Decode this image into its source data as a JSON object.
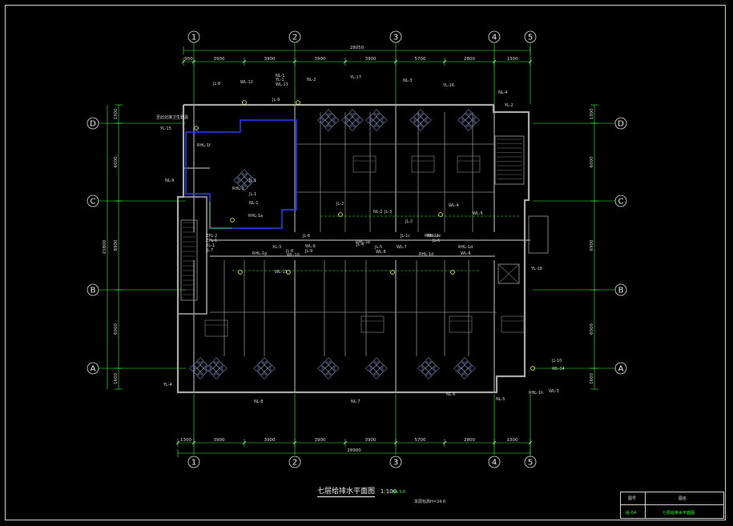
{
  "drawing": {
    "title": "七层给排水平面图",
    "scale": "1:100",
    "elevation_mark": "H+3.0",
    "elevation_note": "本层标高H=24.6",
    "colors": {
      "line": "#33ff33",
      "label": "#cccccc",
      "blue": "#2a3cff",
      "wall": "#a8a8a8",
      "frame": "#cfcfcf"
    }
  },
  "grid": {
    "columns": [
      "1",
      "2",
      "3",
      "4",
      "5"
    ],
    "rows": [
      "D",
      "C",
      "B",
      "A"
    ]
  },
  "dimensions": {
    "top_total": "28050",
    "top": [
      "950",
      "3900",
      "3900",
      "3900",
      "3900",
      "5700",
      "2800",
      "1300"
    ],
    "bottom_total": "28900",
    "bottom": [
      "1300",
      "3900",
      "3900",
      "3900",
      "3900",
      "5700",
      "2800",
      "1300"
    ],
    "left_total": "21800",
    "left": [
      "1300",
      "6000",
      "8900",
      "6000",
      "1600"
    ],
    "right": [
      "1300",
      "6000",
      "6900",
      "6000",
      "1600"
    ]
  },
  "pipe_labels": [
    "JL-8",
    "WL-12",
    "NL-1",
    "YL-1",
    "WL-13",
    "JL-9",
    "NL-2",
    "YL-17",
    "NL-3",
    "YL-16",
    "NL-4",
    "YL-2",
    "YL-15",
    "JL-1",
    "RHL-1",
    "RHL-1f",
    "NL-9",
    "JL-1",
    "NL-1",
    "RHL-1a",
    "JL-2",
    "NL-2",
    "JL-3",
    "JL-2",
    "WL-4",
    "WL-5",
    "ZPL-2",
    "XL-3",
    "JL-6",
    "RHL-1c",
    "ZPL-1",
    "XL-1",
    "JL-7",
    "WL-11",
    "RHL-1g",
    "WL-10",
    "JL-8",
    "WL-9",
    "JL-9",
    "JL-4",
    "WL-8",
    "JL-5",
    "WL-7",
    "JL-1c",
    "RHL-1b",
    "RHL-1d",
    "RHL-1e",
    "JL-6",
    "RHL-1d",
    "WL-6",
    "YL-18",
    "JL-10",
    "WL-14",
    "WL-3",
    "YL-4",
    "NL-8",
    "NL-7",
    "NL-6",
    "NL-5",
    "RHL-1h",
    "至此处接卫生器具"
  ],
  "title_block": {
    "col_a": "图号",
    "col_b": "图名",
    "code": "给-04",
    "sheet_title": "七层给排水平面图"
  }
}
